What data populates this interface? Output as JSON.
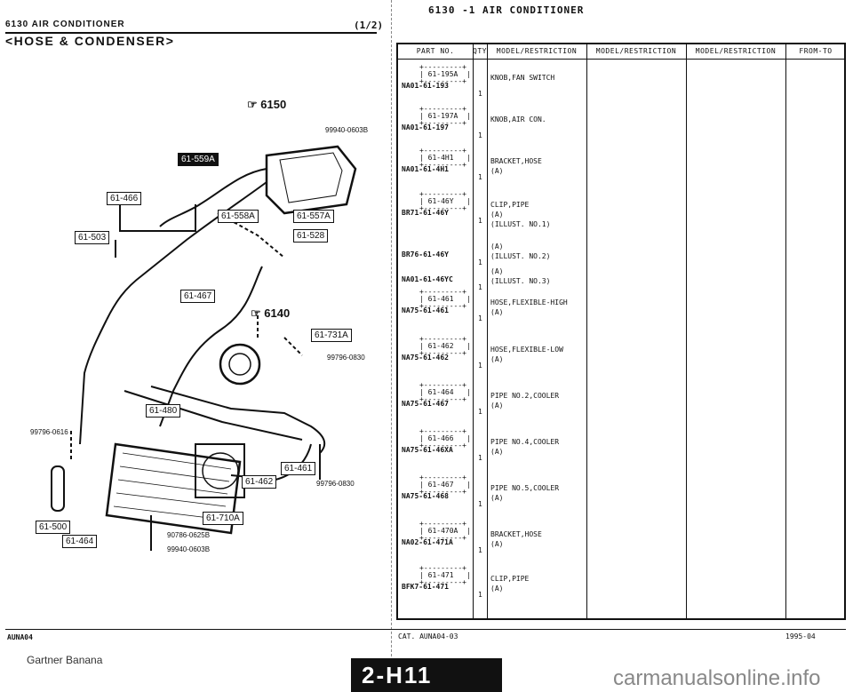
{
  "header": {
    "left_title": "6130    AIR CONDITIONER",
    "page": "(1/2)",
    "subtitle": "<HOSE & CONDENSER>",
    "center_title": "6130  -1    AIR CONDITIONER"
  },
  "table": {
    "columns": [
      "PART NO.",
      "QTY",
      "MODEL/RESTRICTION",
      "MODEL/RESTRICTION",
      "MODEL/RESTRICTION",
      "FROM-TO"
    ],
    "rows": [
      {
        "box": "+---------+\n| 61-195A  |\n+---------+",
        "part": "NA01-61-193",
        "qty": "1",
        "desc": "KNOB,FAN SWITCH"
      },
      {
        "box": "+---------+\n| 61-197A  |\n+---------+",
        "part": "NA01-61-197",
        "qty": "1",
        "desc": "KNOB,AIR CON."
      },
      {
        "box": "+---------+\n| 61-4H1   |\n+---------+",
        "part": "NA01-61-4H1",
        "qty": "1",
        "desc": "BRACKET,HOSE\n(A)"
      },
      {
        "box": "+---------+\n| 61-46Y   |\n+---------+",
        "part": "BR71-61-46Y",
        "qty": "1",
        "desc": "CLIP,PIPE\n(A)\n(ILLUST. NO.1)"
      },
      {
        "box": "",
        "part": "BR76-61-46Y",
        "qty": "1",
        "desc": "(A)\n(ILLUST. NO.2)"
      },
      {
        "box": "",
        "part": "NA01-61-46YC",
        "qty": "1",
        "desc": "(A)\n(ILLUST. NO.3)"
      },
      {
        "box": "+---------+\n| 61-461   |\n+---------+",
        "part": "NA75-61-461",
        "qty": "1",
        "desc": "HOSE,FLEXIBLE-HIGH\n(A)"
      },
      {
        "box": "+---------+\n| 61-462   |\n+---------+",
        "part": "NA75-61-462",
        "qty": "1",
        "desc": "HOSE,FLEXIBLE-LOW\n(A)"
      },
      {
        "box": "+---------+\n| 61-464   |\n+---------+",
        "part": "NA75-61-467",
        "qty": "1",
        "desc": "PIPE NO.2,COOLER\n(A)"
      },
      {
        "box": "+---------+\n| 61-466   |\n+---------+",
        "part": "NA75-61-46XA",
        "qty": "1",
        "desc": "PIPE NO.4,COOLER\n(A)"
      },
      {
        "box": "+---------+\n| 61-467   |\n+---------+",
        "part": "NA75-61-468",
        "qty": "1",
        "desc": "PIPE NO.5,COOLER\n(A)"
      },
      {
        "box": "+---------+\n| 61-470A  |\n+---------+",
        "part": "NA02-61-471A",
        "qty": "1",
        "desc": "BRACKET,HOSE\n(A)"
      },
      {
        "box": "+---------+\n| 61-471   |\n+---------+",
        "part": "BFK7-61-471",
        "qty": "1",
        "desc": "CLIP,PIPE\n(A)"
      }
    ],
    "footer_left": "CAT. AUNA04-03",
    "footer_right": "1995-04"
  },
  "diagram": {
    "refs": {
      "r6150": "☞ 6150",
      "r6140": "☞ 6140"
    },
    "labels": {
      "l559A": "61-559A",
      "l466": "61-466",
      "l503": "61-503",
      "l558A": "61-558A",
      "l557A": "61-557A",
      "l528": "61-528",
      "l467": "61-467",
      "l731A": "61-731A",
      "l480": "61-480",
      "l461": "61-461",
      "l462": "61-462",
      "l710A": "61-710A",
      "l500": "61-500",
      "l464": "61-464"
    },
    "captions": {
      "c1": "99940-0603B",
      "c2": "99796-0830",
      "c3": "99796-0616",
      "c4": "99796-0830",
      "c5": "90786-0625B",
      "c6": "99940-0603B"
    }
  },
  "footer": {
    "left": "AUNA04",
    "watermark": "Gartner Banana",
    "site": "carmanualsonline.info",
    "badge": "2-H11"
  }
}
